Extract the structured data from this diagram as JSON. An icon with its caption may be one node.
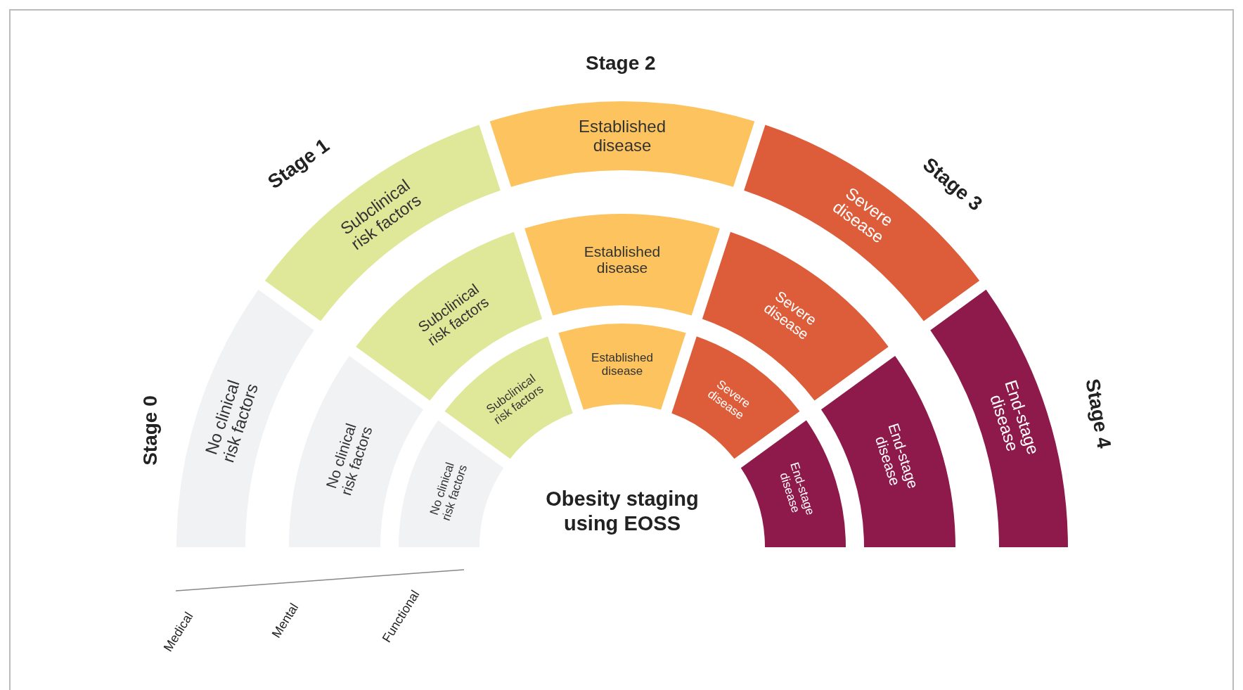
{
  "diagram": {
    "nodes": [
      {
        "text": [
          "No clinical risk factors"
        ]
      },
      {
        "text": [
          "Subclinical risk factors"
        ]
      },
      {
        "text": [
          "Established disease"
        ]
      },
      {
        "text": [
          "Severe disease"
        ]
      },
      {
        "text": [
          "End-stage disease"
        ]
      },
      {
        "text": [
          "No clinical risk factors"
        ]
      },
      {
        "text": [
          "Subclinical risk factors"
        ]
      },
      {
        "text": [
          "Established disease"
        ]
      },
      {
        "text": [
          "Severe disease"
        ]
      },
      {
        "text": [
          "End-stage disease"
        ]
      },
      {
        "text": [
          "No clinical risk factors"
        ]
      },
      {
        "text": [
          "Subclinical risk factors"
        ]
      },
      {
        "text": [
          "Established disease"
        ]
      },
      {
        "text": [
          "Severe disease"
        ]
      },
      {
        "text": [
          "End-stage disease"
        ]
      }
    ],
    "labels": [
      "Stage 2",
      "Stage 1",
      "Stage 3",
      "Stage 0",
      "Stage 4",
      "Obesity staging using EOSS",
      "Medical",
      "Mental",
      "Functional"
    ]
  }
}
